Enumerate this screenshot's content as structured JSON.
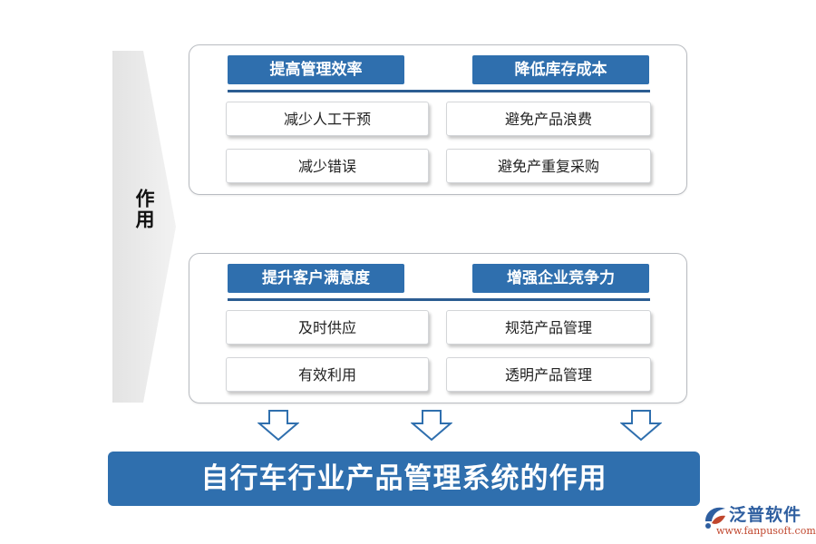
{
  "side_label": "作用",
  "panels": {
    "top": {
      "left_header": "提高管理效率",
      "right_header": "降低库存成本",
      "items": [
        "减少人工干预",
        "避免产品浪费",
        "减少错误",
        "避免产重复采购"
      ]
    },
    "bottom": {
      "left_header": "提升客户满意度",
      "right_header": "增强企业竞争力",
      "items": [
        "及时供应",
        "规范产品管理",
        "有效利用",
        "透明产品管理"
      ]
    }
  },
  "title": "自行车行业产品管理系统的作用",
  "brand": {
    "name": "泛普软件",
    "url": "www.fanpusoft.com"
  },
  "colors": {
    "accent": "#2f6fae",
    "rule": "#2c5d92",
    "brand_text": "#2f5fa0",
    "url_text": "#c0462d"
  }
}
